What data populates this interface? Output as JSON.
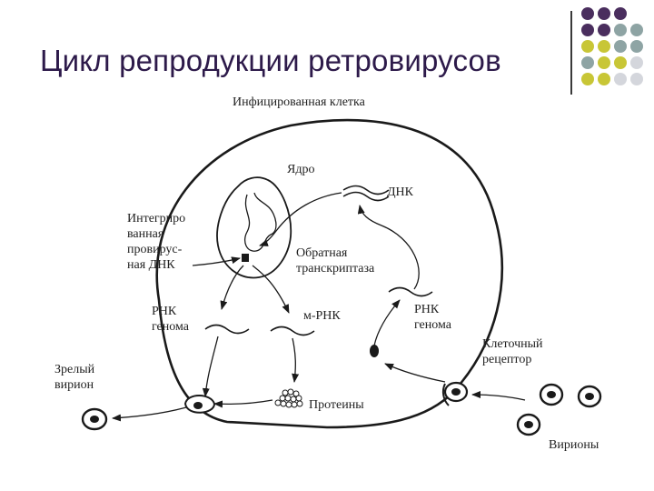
{
  "title": "Цикл репродукции ретровирусов",
  "palette": {
    "purple": "#4a2e5e",
    "teal": "#8ea4a4",
    "olive": "#c8c636",
    "gray": "#d4d6dc",
    "ink": "#1a1a1a"
  },
  "decor_dots": [
    [
      "purple",
      "purple",
      "purple",
      ""
    ],
    [
      "purple",
      "purple",
      "teal",
      "teal"
    ],
    [
      "olive",
      "olive",
      "teal",
      "teal"
    ],
    [
      "teal",
      "olive",
      "olive",
      "gray"
    ],
    [
      "olive",
      "olive",
      "gray",
      "gray"
    ]
  ],
  "labels": {
    "infected_cell": "Инфицированная клетка",
    "nucleus": "Ядро",
    "dna": "ДНК",
    "integrated_provirus": [
      "Интегриро",
      "ванная",
      "провирус-",
      "ная ДНК"
    ],
    "reverse_transcriptase": [
      "Обратная",
      "транскриптаза"
    ],
    "rna_genome_left": [
      "РНК",
      "генома"
    ],
    "mrna": "м-РНК",
    "rna_genome_right": [
      "РНК",
      "генома"
    ],
    "cell_receptor": [
      "Клеточный",
      "рецептор"
    ],
    "mature_virion": [
      "Зрелый",
      "вирион"
    ],
    "proteins": "Протеины",
    "virions": "Вирионы"
  }
}
